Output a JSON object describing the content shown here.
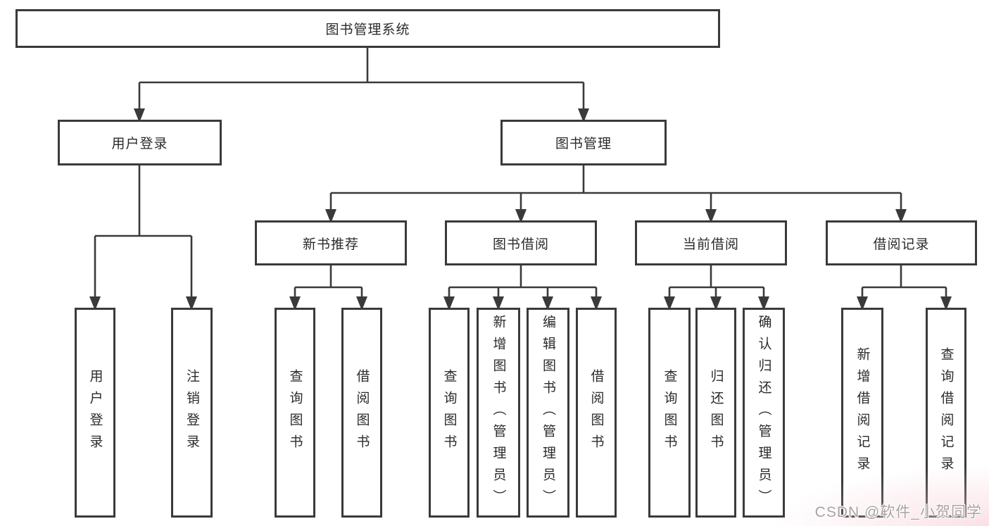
{
  "diagram": {
    "title": "图书管理系统",
    "watermark": "CSDN @软件_小贺同学",
    "colors": {
      "line": "#3a3a3a",
      "text": "#2b2b2b",
      "background": "#ffffff",
      "watermark_text": "#a9a1a1",
      "watermark_tint": "#f6c8d2"
    },
    "nodes": {
      "root": {
        "label": "图书管理系统"
      },
      "level2": [
        {
          "label": "用户登录"
        },
        {
          "label": "图书管理"
        }
      ],
      "level3": [
        {
          "label": "新书推荐"
        },
        {
          "label": "图书借阅"
        },
        {
          "label": "当前借阅"
        },
        {
          "label": "借阅记录"
        }
      ],
      "leaves": [
        {
          "label": "用户登录",
          "parent": "用户登录"
        },
        {
          "label": "注销登录",
          "parent": "用户登录"
        },
        {
          "label": "查询图书",
          "parent": "新书推荐"
        },
        {
          "label": "借阅图书",
          "parent": "新书推荐"
        },
        {
          "label": "查询图书",
          "parent": "图书借阅"
        },
        {
          "label": "新增图书（管理员）",
          "parent": "图书借阅"
        },
        {
          "label": "编辑图书（管理员）",
          "parent": "图书借阅"
        },
        {
          "label": "借阅图书",
          "parent": "图书借阅"
        },
        {
          "label": "查询图书",
          "parent": "当前借阅"
        },
        {
          "label": "归还图书",
          "parent": "当前借阅"
        },
        {
          "label": "确认归还（管理员）",
          "parent": "当前借阅"
        },
        {
          "label": "新增借阅记录",
          "parent": "借阅记录"
        },
        {
          "label": "查询借阅记录",
          "parent": "借阅记录"
        }
      ]
    },
    "hierarchy": {
      "图书管理系统": [
        "用户登录",
        "图书管理"
      ],
      "用户登录": [
        "用户登录",
        "注销登录"
      ],
      "图书管理": [
        "新书推荐",
        "图书借阅",
        "当前借阅",
        "借阅记录"
      ],
      "新书推荐": [
        "查询图书",
        "借阅图书"
      ],
      "图书借阅": [
        "查询图书",
        "新增图书（管理员）",
        "编辑图书（管理员）",
        "借阅图书"
      ],
      "当前借阅": [
        "查询图书",
        "归还图书",
        "确认归还（管理员）"
      ],
      "借阅记录": [
        "新增借阅记录",
        "查询借阅记录"
      ]
    }
  }
}
